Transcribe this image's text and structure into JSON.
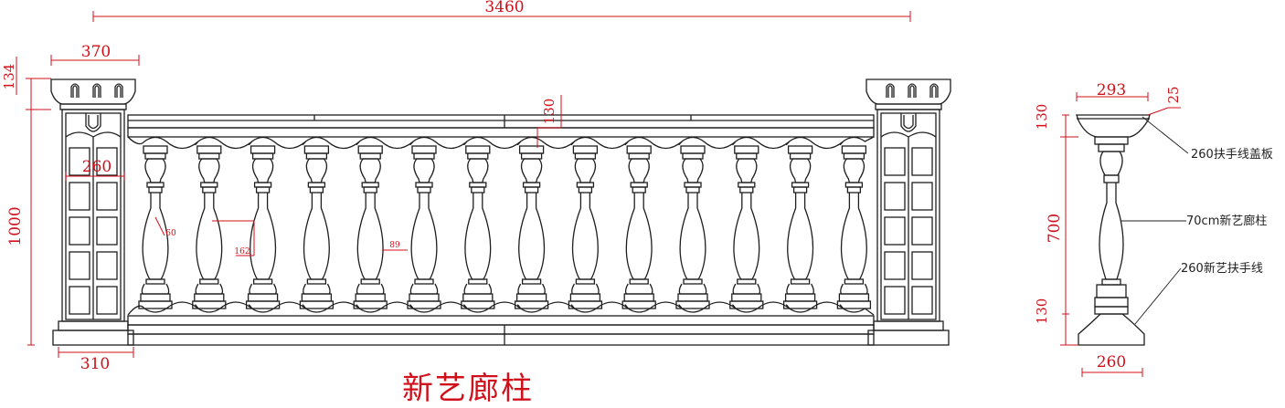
{
  "front_dimensions": {
    "overall_width": "3460",
    "post_cap_width": "370",
    "post_cap_height": "134",
    "total_height": "1000",
    "post_body_width": "260",
    "base_width": "310",
    "rail_height": "130",
    "baluster_detail_a": "60",
    "baluster_detail_b": "162",
    "baluster_detail_c": "89"
  },
  "side_dimensions": {
    "top_width": "293",
    "top_overhang": "25",
    "top_height": "130",
    "column_height": "700",
    "bottom_height": "130",
    "bottom_width": "260"
  },
  "annotations": {
    "top_rail": "260扶手线盖板",
    "column": "70cm新艺廊柱",
    "bottom_rail": "260新艺扶手线"
  },
  "caption": "新艺廊柱",
  "colors": {
    "dimension": "#d0101a",
    "line": "#1e1e1e"
  }
}
